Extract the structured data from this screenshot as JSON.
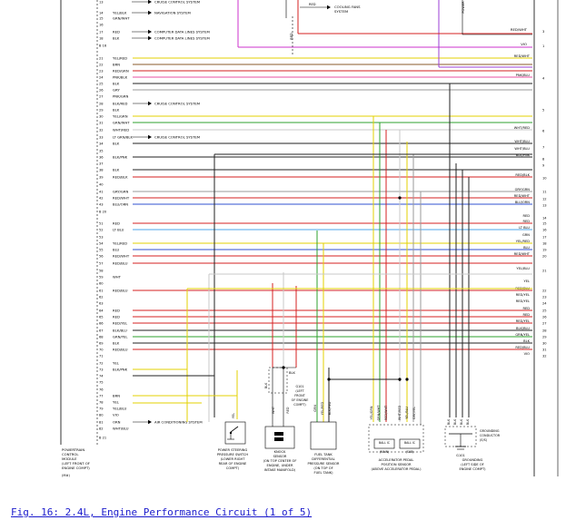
{
  "caption": "Fig. 16: 2.4L, Engine Performance Circuit (1 of 5)",
  "colors": {
    "BLK": "#222222",
    "RED": "#d62020",
    "GRY": "#9a9a9a",
    "YEL": "#e3d200",
    "GRN": "#2ea02e",
    "BLU": "#3050d0",
    "LTBLU": "#4ca6e8",
    "WHT": "#c8c8c8",
    "PNK": "#e84fa0",
    "VIO": "#9b3fd6",
    "TAN": "#c8a060",
    "BRN": "#8a5a2a",
    "ORN": "#ff8c00",
    "DKBLU": "#1a2a90",
    "MAG": "#cc33cc"
  },
  "pcm_top_labels": [
    {
      "pin": "13",
      "wire": "",
      "dest": "CRUISE CONTROL SYSTEM"
    },
    {
      "pin": "14",
      "wire": "YEL/BLK",
      "dest": "NAVIGATION SYSTEM"
    },
    {
      "pin": "15",
      "wire": "GRN/WHT",
      "dest": ""
    },
    {
      "pin": "16",
      "wire": "",
      "dest": ""
    },
    {
      "pin": "17",
      "wire": "RED",
      "dest": "COMPUTER DATA LINES SYSTEM"
    },
    {
      "pin": "18",
      "wire": "BLK",
      "dest": "COMPUTER DATA LINES SYSTEM"
    },
    {
      "pin": "B 16",
      "wire": "",
      "dest": ""
    }
  ],
  "pcm_rows": [
    {
      "pin": "21",
      "wire": "YEL/RED",
      "c": "YEL",
      "to": "RED/WHT",
      "line": true
    },
    {
      "pin": "22",
      "wire": "BRN",
      "c": "BRN",
      "to": "",
      "line": true
    },
    {
      "pin": "23",
      "wire": "RED/GRN",
      "c": "RED",
      "to": "",
      "line": true
    },
    {
      "pin": "24",
      "wire": "PNK/BLK",
      "c": "PNK",
      "to": "PNK/BLU",
      "line": true
    },
    {
      "pin": "25",
      "wire": "BLK",
      "c": "BLK",
      "to": "",
      "line": true
    },
    {
      "pin": "26",
      "wire": "GRY",
      "c": "GRY",
      "to": "",
      "line": true
    },
    {
      "pin": "27",
      "wire": "PNK/GRN",
      "c": "PNK",
      "to": "",
      "line": false
    },
    {
      "pin": "28",
      "wire": "BLK/RED",
      "c": "BLK",
      "to": "",
      "line": false,
      "dest": "CRUISE CONTROL SYSTEM"
    },
    {
      "pin": "29",
      "wire": "BLK",
      "c": "BLK",
      "to": "",
      "line": false
    },
    {
      "pin": "30",
      "wire": "YEL/GRN",
      "c": "YEL",
      "to": "",
      "line": true
    },
    {
      "pin": "31",
      "wire": "GRN/WHT",
      "c": "GRN",
      "to": "",
      "line": true
    },
    {
      "pin": "32",
      "wire": "WHT/RED",
      "c": "WHT",
      "to": "WHT/RED",
      "line": true
    },
    {
      "pin": "33",
      "wire": "LT GRN/BLK",
      "c": "GRN",
      "to": "",
      "line": false,
      "dest": "CRUISE CONTROL SYSTEM"
    },
    {
      "pin": "34",
      "wire": "BLK",
      "c": "BLK",
      "to": "WHT/BLU",
      "line": true
    },
    {
      "pin": "35",
      "wire": "",
      "c": "",
      "to": "WHT/BLU",
      "line": false
    },
    {
      "pin": "36",
      "wire": "BLK/PNK",
      "c": "BLK",
      "to": "BLK/PNK",
      "line": true
    },
    {
      "pin": "37",
      "wire": "",
      "c": "",
      "to": "",
      "line": false
    },
    {
      "pin": "38",
      "wire": "BLK",
      "c": "BLK",
      "to": "",
      "line": true
    },
    {
      "pin": "39",
      "wire": "RED/BLK",
      "c": "RED",
      "to": "RED/BLK",
      "line": true
    },
    {
      "pin": "40",
      "wire": "",
      "c": "",
      "to": "",
      "line": false
    },
    {
      "pin": "41",
      "wire": "GRY/GRN",
      "c": "GRY",
      "to": "GRY/GRN",
      "line": true
    },
    {
      "pin": "42",
      "wire": "RED/WHT",
      "c": "RED",
      "to": "RED/WHT",
      "line": true
    },
    {
      "pin": "43",
      "wire": "BLU/ORN",
      "c": "BLU",
      "to": "BLU/ORN",
      "line": true
    },
    {
      "pin": "B 20",
      "wire": "",
      "c": "",
      "to": "",
      "line": false
    },
    {
      "pin": "",
      "wire": "",
      "c": "",
      "to": "RED",
      "line": false
    },
    {
      "pin": "51",
      "wire": "RED",
      "c": "RED",
      "to": "RED",
      "line": true
    },
    {
      "pin": "52",
      "wire": "LT BLU",
      "c": "LTBLU",
      "to": "LT BLU",
      "line": true
    },
    {
      "pin": "53",
      "wire": "",
      "c": "",
      "to": "GRN",
      "line": false
    },
    {
      "pin": "54",
      "wire": "YEL/RED",
      "c": "YEL",
      "to": "YEL/RED",
      "line": true
    },
    {
      "pin": "55",
      "wire": "BLU",
      "c": "BLU",
      "to": "BLU",
      "line": true
    },
    {
      "pin": "56",
      "wire": "RED/WHT",
      "c": "RED",
      "to": "RED/WHT",
      "line": true
    },
    {
      "pin": "57",
      "wire": "RED/BLU",
      "c": "RED",
      "to": "",
      "line": true
    },
    {
      "pin": "58",
      "wire": "",
      "c": "",
      "to": "YEL/BLU",
      "line": false
    },
    {
      "pin": "59",
      "wire": "WHT",
      "c": "WHT",
      "to": "",
      "line": false
    },
    {
      "pin": "60",
      "wire": "",
      "c": "",
      "to": "YEL",
      "line": false
    },
    {
      "pin": "61",
      "wire": "RED/BLU",
      "c": "RED",
      "to": "RED/BLU",
      "line": true
    },
    {
      "pin": "62",
      "wire": "",
      "c": "",
      "to": "RED/YEL",
      "line": false
    },
    {
      "pin": "63",
      "wire": "",
      "c": "",
      "to": "RED/YEL",
      "line": false
    },
    {
      "pin": "64",
      "wire": "RED",
      "c": "RED",
      "to": "RED",
      "line": true
    },
    {
      "pin": "65",
      "wire": "RED",
      "c": "RED",
      "to": "RED",
      "line": true
    },
    {
      "pin": "66",
      "wire": "RED/YEL",
      "c": "RED",
      "to": "RED/YEL",
      "line": true
    },
    {
      "pin": "67",
      "wire": "BLK/BLU",
      "c": "BLK",
      "to": "BLK/BLU",
      "line": true
    },
    {
      "pin": "68",
      "wire": "GRN/YEL",
      "c": "GRN",
      "to": "GRN/YEL",
      "line": true
    },
    {
      "pin": "69",
      "wire": "BLK",
      "c": "BLK",
      "to": "BLK",
      "line": true
    },
    {
      "pin": "70",
      "wire": "RED/BLU",
      "c": "RED",
      "to": "RED/BLU",
      "line": true
    },
    {
      "pin": "71",
      "wire": "",
      "c": "",
      "to": "VIO",
      "line": false
    },
    {
      "pin": "72",
      "wire": "YEL",
      "c": "YEL",
      "to": "",
      "line": false
    },
    {
      "pin": "73",
      "wire": "BLK/PNK",
      "c": "BLK",
      "to": "",
      "line": false
    },
    {
      "pin": "74",
      "wire": "",
      "c": "",
      "to": "",
      "line": false
    },
    {
      "pin": "75",
      "wire": "",
      "c": "",
      "to": "",
      "line": false
    },
    {
      "pin": "76",
      "wire": "",
      "c": "",
      "to": "",
      "line": false
    },
    {
      "pin": "77",
      "wire": "BRN",
      "c": "BRN",
      "to": "",
      "line": false
    },
    {
      "pin": "78",
      "wire": "YEL",
      "c": "YEL",
      "to": "",
      "line": false
    },
    {
      "pin": "79",
      "wire": "YEL/BLU",
      "c": "YEL",
      "to": "",
      "line": false
    },
    {
      "pin": "80",
      "wire": "VIO",
      "c": "VIO",
      "to": "",
      "line": false
    },
    {
      "pin": "81",
      "wire": "ORN",
      "c": "ORN",
      "to": "",
      "line": false,
      "dest": "AIR CONDITIONING SYSTEM"
    },
    {
      "pin": "82",
      "wire": "WHT/BLU",
      "c": "WHT",
      "to": "",
      "line": false
    },
    {
      "pin": "B 21",
      "wire": "",
      "c": "",
      "to": "",
      "line": false
    }
  ],
  "right_top_labels": [
    {
      "text": "RED/WHT",
      "pin": "3"
    },
    {
      "text": "VIO",
      "pin": "1"
    }
  ],
  "right_pin_numbers": [
    "4",
    "5",
    "6",
    "7",
    "8",
    "9",
    "10",
    "11",
    "12",
    "13",
    "14",
    "15",
    "16",
    "17",
    "18",
    "19",
    "20",
    "21",
    "22",
    "23",
    "24",
    "25",
    "26",
    "27",
    "28",
    "29",
    "30",
    "31",
    "32"
  ],
  "top_block": {
    "wire": "RED",
    "label": "COOLING FANS SYSTEM"
  },
  "top_vertical_labels": [
    "POWER",
    "RED"
  ],
  "pcm_label": [
    "POWERTRAIN",
    "CONTROL",
    "MODULE",
    "(LEFT FRONT OF",
    "ENGINE COMPT)"
  ],
  "pcm_code": "(M#)",
  "components": [
    {
      "lines": [
        "POWER STEERING",
        "PRESSURE SWITCH",
        "(LOWER RIGHT",
        "REAR OF ENGINE",
        "COMPT)"
      ],
      "wires": [
        "YEL"
      ]
    },
    {
      "lines": [
        "KNOCK",
        "SENSOR",
        "(ON TOP CENTER OF",
        "ENGINE, UNDER",
        "INTAKE MANIFOLD)"
      ],
      "wires": [
        "BLK",
        "WHT",
        "RED"
      ]
    },
    {
      "lines": [
        "FUEL TANK",
        "DIFFERENTIAL",
        "PRESSURE SENSOR",
        "(ON TOP OF",
        "FUEL TANK)"
      ],
      "wires": [
        "GRN",
        "YEL/RED",
        "BLK/RED"
      ]
    },
    {
      "lines": [
        "ACCELERATOR PEDAL",
        "POSITION SENSOR",
        "(ABOVE ACCELERATOR PEDAL)"
      ],
      "wires": [
        "YEL/GRN",
        "GRN/WHT",
        "RED/WHT",
        "WHT/RED",
        "YEL/BLU",
        "GRY/YEL"
      ]
    },
    {
      "lines": [
        "GROUNDING",
        "(LEFT SIDE OF",
        "ENGINE COMPT)"
      ],
      "wires": [
        "BLK",
        "BLK",
        "BLK",
        "BLK"
      ]
    }
  ],
  "knock_block": {
    "wire": "BLK",
    "lines": [
      "G101",
      "(LEFT",
      "FRONT",
      "OF ENGINE",
      "COMPT)"
    ]
  },
  "app_boxes": [
    "BALL IC",
    "(MAIN)",
    "BALL IC",
    "(SUB)"
  ],
  "ground": {
    "code": "G101",
    "note": [
      "GROUNDING",
      "CONDUCTOR",
      "(E/S)"
    ]
  }
}
